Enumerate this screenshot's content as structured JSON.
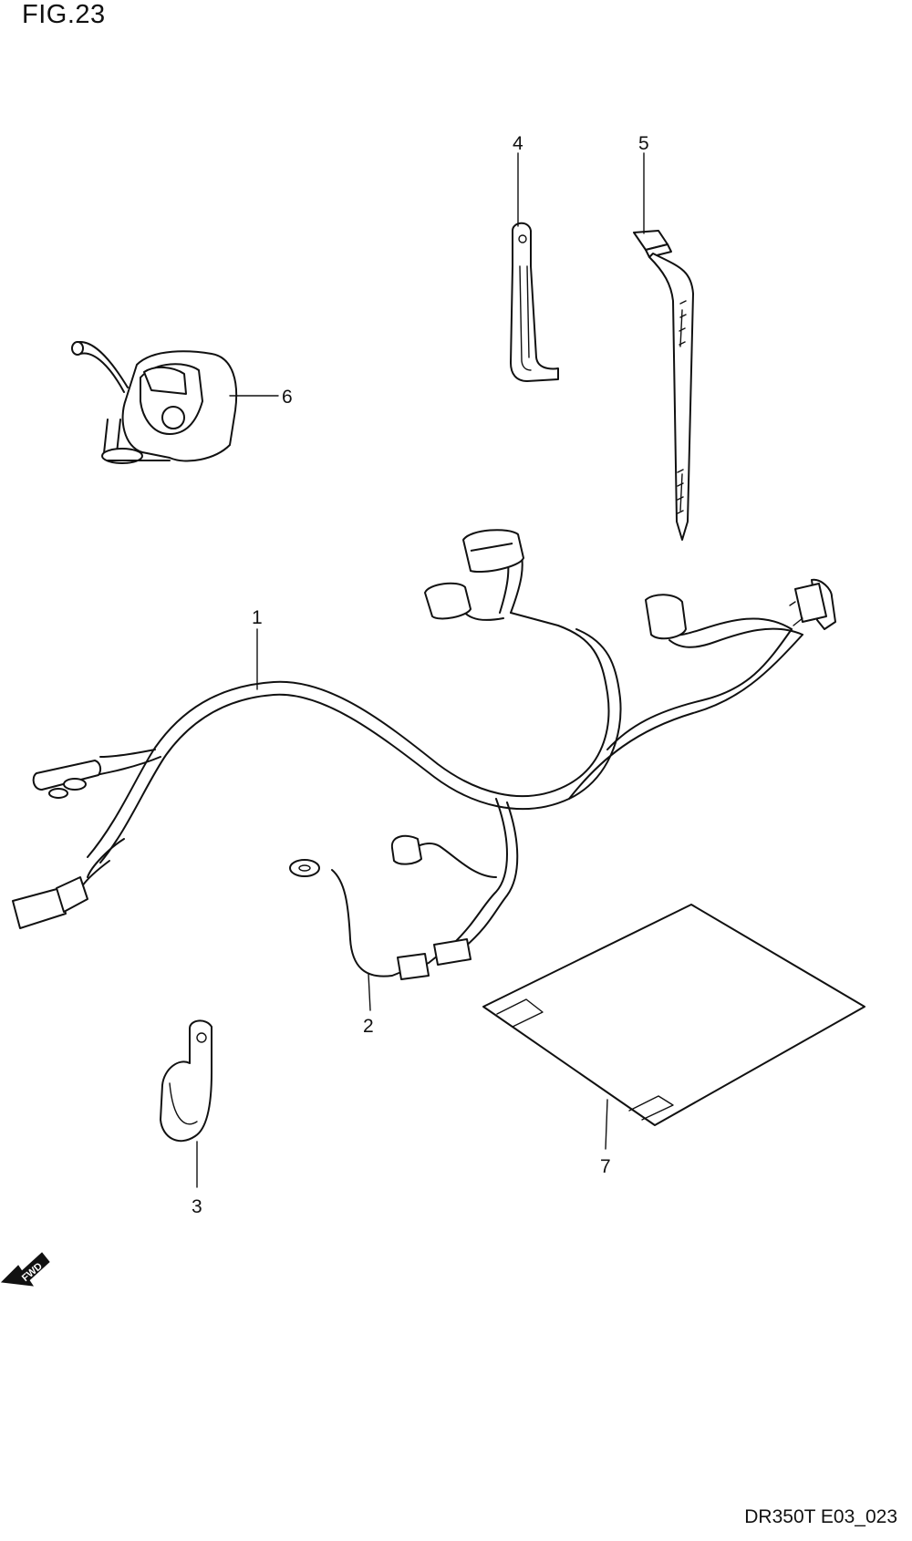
{
  "figure": {
    "title": "FIG.23",
    "drawing_code": "DR350T E03_023"
  },
  "parts": [
    {
      "number": "1"
    },
    {
      "number": "2"
    },
    {
      "number": "3"
    },
    {
      "number": "4"
    },
    {
      "number": "5"
    },
    {
      "number": "6"
    },
    {
      "number": "7"
    }
  ],
  "direction_marker": {
    "text": "FWD"
  }
}
